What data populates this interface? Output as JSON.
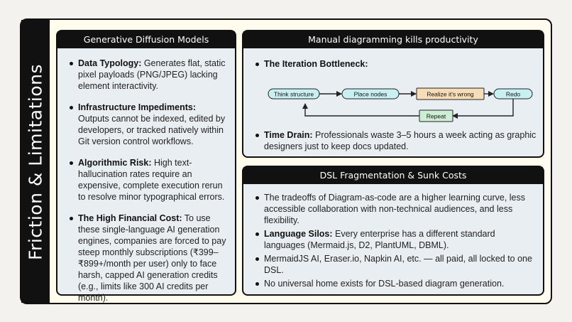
{
  "side": {
    "title": "Friction & Limitations"
  },
  "gen": {
    "header": "Generative Diffusion Models",
    "items": [
      {
        "label": "Data Typology:",
        "text": " Generates flat, static pixel payloads (PNG/JPEG) lacking element interactivity."
      },
      {
        "label": "Infrastructure Impediments:",
        "text": " Outputs cannot be indexed, edited by developers, or tracked natively within Git version control workflows."
      },
      {
        "label": "Algorithmic Risk:",
        "text": " High text-hallucination rates require an expensive, complete execution rerun to resolve minor typographical errors."
      },
      {
        "label": "The High Financial Cost:",
        "text": " To use these single-language AI generation engines, companies are forced to pay steep monthly subscriptions (₹399–₹899+/month per user) only to face harsh, capped AI generation credits (e.g., limits like 300 AI credits per month)."
      }
    ]
  },
  "manual": {
    "header": "Manual diagramming kills productivity",
    "bottleneck_label": "The Iteration Bottleneck:",
    "flow": {
      "nodes": [
        "Think structure",
        "Place nodes",
        "Realize it's wrong",
        "Redo",
        "Repeat"
      ],
      "colors": {
        "cyan": "#c8f0f2",
        "orange": "#f7dcb8",
        "green": "#cdeed4",
        "stroke": "#222222"
      }
    },
    "drain_label": "Time Drain:",
    "drain_text": " Professionals waste 3–5 hours a week acting as graphic designers just to keep docs updated."
  },
  "dsl": {
    "header": "DSL Fragmentation & Sunk Costs",
    "items": [
      {
        "label": "",
        "text": "The tradeoffs of Diagram-as-code are a higher learning curve, less accessible collaboration with non-technical audiences, and less flexibility."
      },
      {
        "label": "Language Silos:",
        "text": " Every enterprise has a different standard languages (Mermaid.js, D2, PlantUML, DBML)."
      },
      {
        "label": "",
        "text": "MermaidJS AI, Eraser.io, Napkin AI, etc. — all paid, all locked to one DSL."
      },
      {
        "label": "",
        "text": "No universal home exists for DSL-based diagram generation."
      }
    ]
  }
}
